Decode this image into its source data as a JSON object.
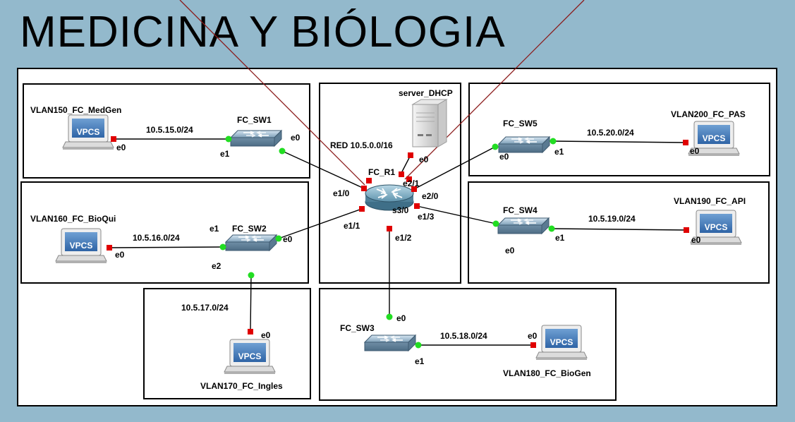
{
  "title": "MEDICINA Y BIÓLOGIA",
  "nodes": {
    "server": "server_DHCP",
    "router": "FC_R1",
    "red": "RED 10.5.0.0/16",
    "sw1": "FC_SW1",
    "sw2": "FC_SW2",
    "sw3": "FC_SW3",
    "sw4": "FC_SW4",
    "sw5": "FC_SW5",
    "vpcs150": "VLAN150_FC_MedGen",
    "vpcs160": "VLAN160_FC_BioQui",
    "vpcs170": "VLAN170_FC_Ingles",
    "vpcs180": "VLAN180_FC_BioGen",
    "vpcs190": "VLAN190_FC_API",
    "vpcs200": "VLAN200_FC_PAS",
    "vpcs_text": "VPCS"
  },
  "subnets": {
    "n15": "10.5.15.0/24",
    "n16": "10.5.16.0/24",
    "n17": "10.5.17.0/24",
    "n18": "10.5.18.0/24",
    "n19": "10.5.19.0/24",
    "n20": "10.5.20.0/24"
  },
  "ports": {
    "e0": "e0",
    "e1": "e1",
    "e2": "e2",
    "e1_0": "e1/0",
    "e1_1": "e1/1",
    "e1_2": "e1/2",
    "e1_3": "e1/3",
    "e2_0": "e2/0",
    "e2_1": "e2/1",
    "s3_0": "s3/0"
  }
}
